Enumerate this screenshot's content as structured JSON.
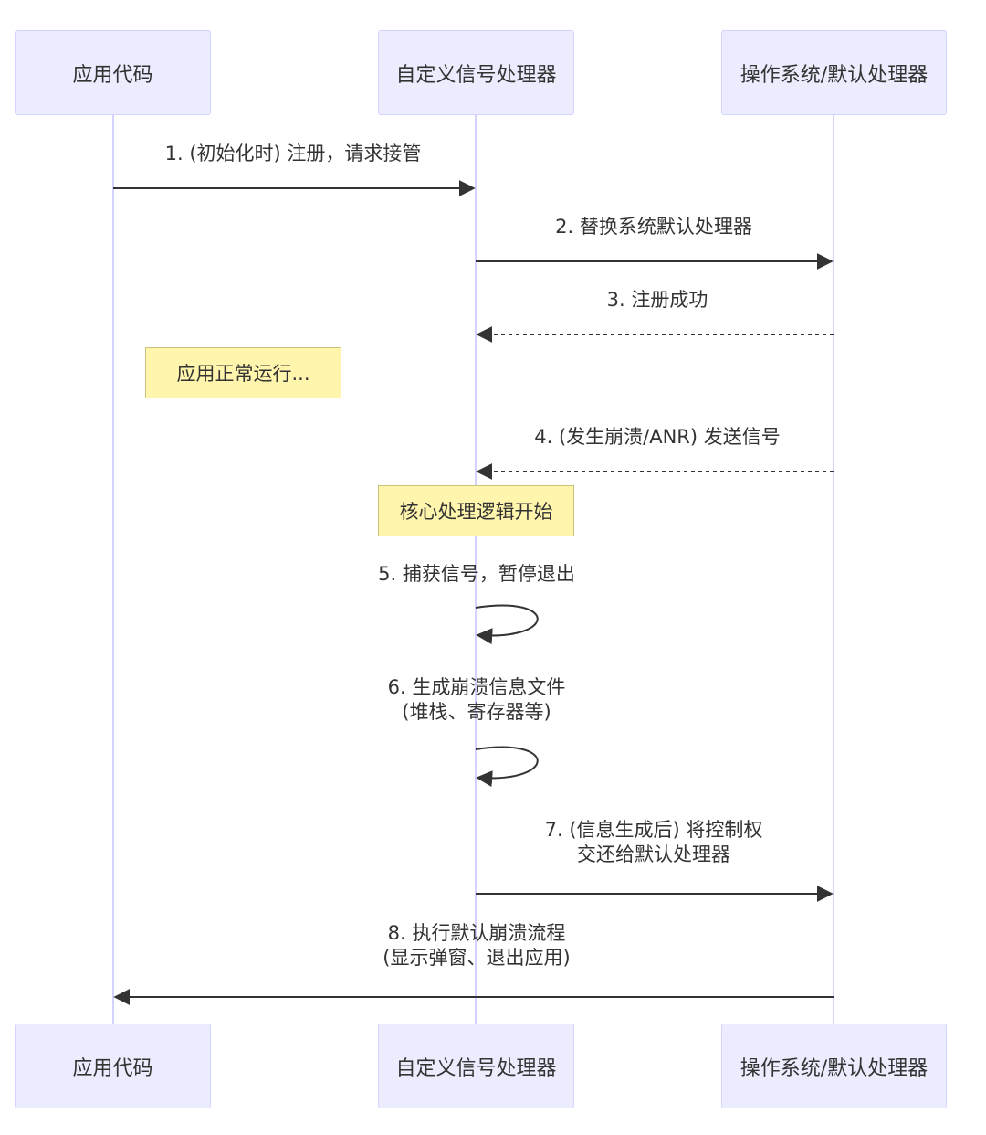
{
  "participants": [
    {
      "id": "app",
      "label": "应用代码"
    },
    {
      "id": "handler",
      "label": "自定义信号处理器"
    },
    {
      "id": "os",
      "label": "操作系统/默认处理器"
    }
  ],
  "notes": [
    {
      "id": "note1",
      "text": "应用正常运行..."
    },
    {
      "id": "note2",
      "text": "核心处理逻辑开始"
    }
  ],
  "messages": [
    {
      "from": "app",
      "to": "handler",
      "style": "solid",
      "lines": [
        "1. (初始化时) 注册，请求接管"
      ]
    },
    {
      "from": "handler",
      "to": "os",
      "style": "solid",
      "lines": [
        "2. 替换系统默认处理器"
      ]
    },
    {
      "from": "os",
      "to": "handler",
      "style": "dashed",
      "lines": [
        "3. 注册成功"
      ]
    },
    {
      "from": "os",
      "to": "handler",
      "style": "dashed",
      "lines": [
        "4. (发生崩溃/ANR) 发送信号"
      ]
    },
    {
      "from": "handler",
      "to": "handler",
      "style": "self",
      "lines": [
        "5. 捕获信号，暂停退出"
      ]
    },
    {
      "from": "handler",
      "to": "handler",
      "style": "self",
      "lines": [
        "6. 生成崩溃信息文件",
        "(堆栈、寄存器等)"
      ]
    },
    {
      "from": "handler",
      "to": "os",
      "style": "solid",
      "lines": [
        "7. (信息生成后) 将控制权",
        "交还给默认处理器"
      ]
    },
    {
      "from": "os",
      "to": "app",
      "style": "solid",
      "lines": [
        "8. 执行默认崩溃流程",
        "(显示弹窗、退出应用)"
      ]
    }
  ],
  "colors": {
    "actor_fill": "#ECECFF",
    "actor_border": "#D4D3FF",
    "note_fill": "#FFF5AD",
    "note_border": "#C9C27A",
    "lifeline": "#D4D3FF",
    "arrow": "#333333"
  }
}
